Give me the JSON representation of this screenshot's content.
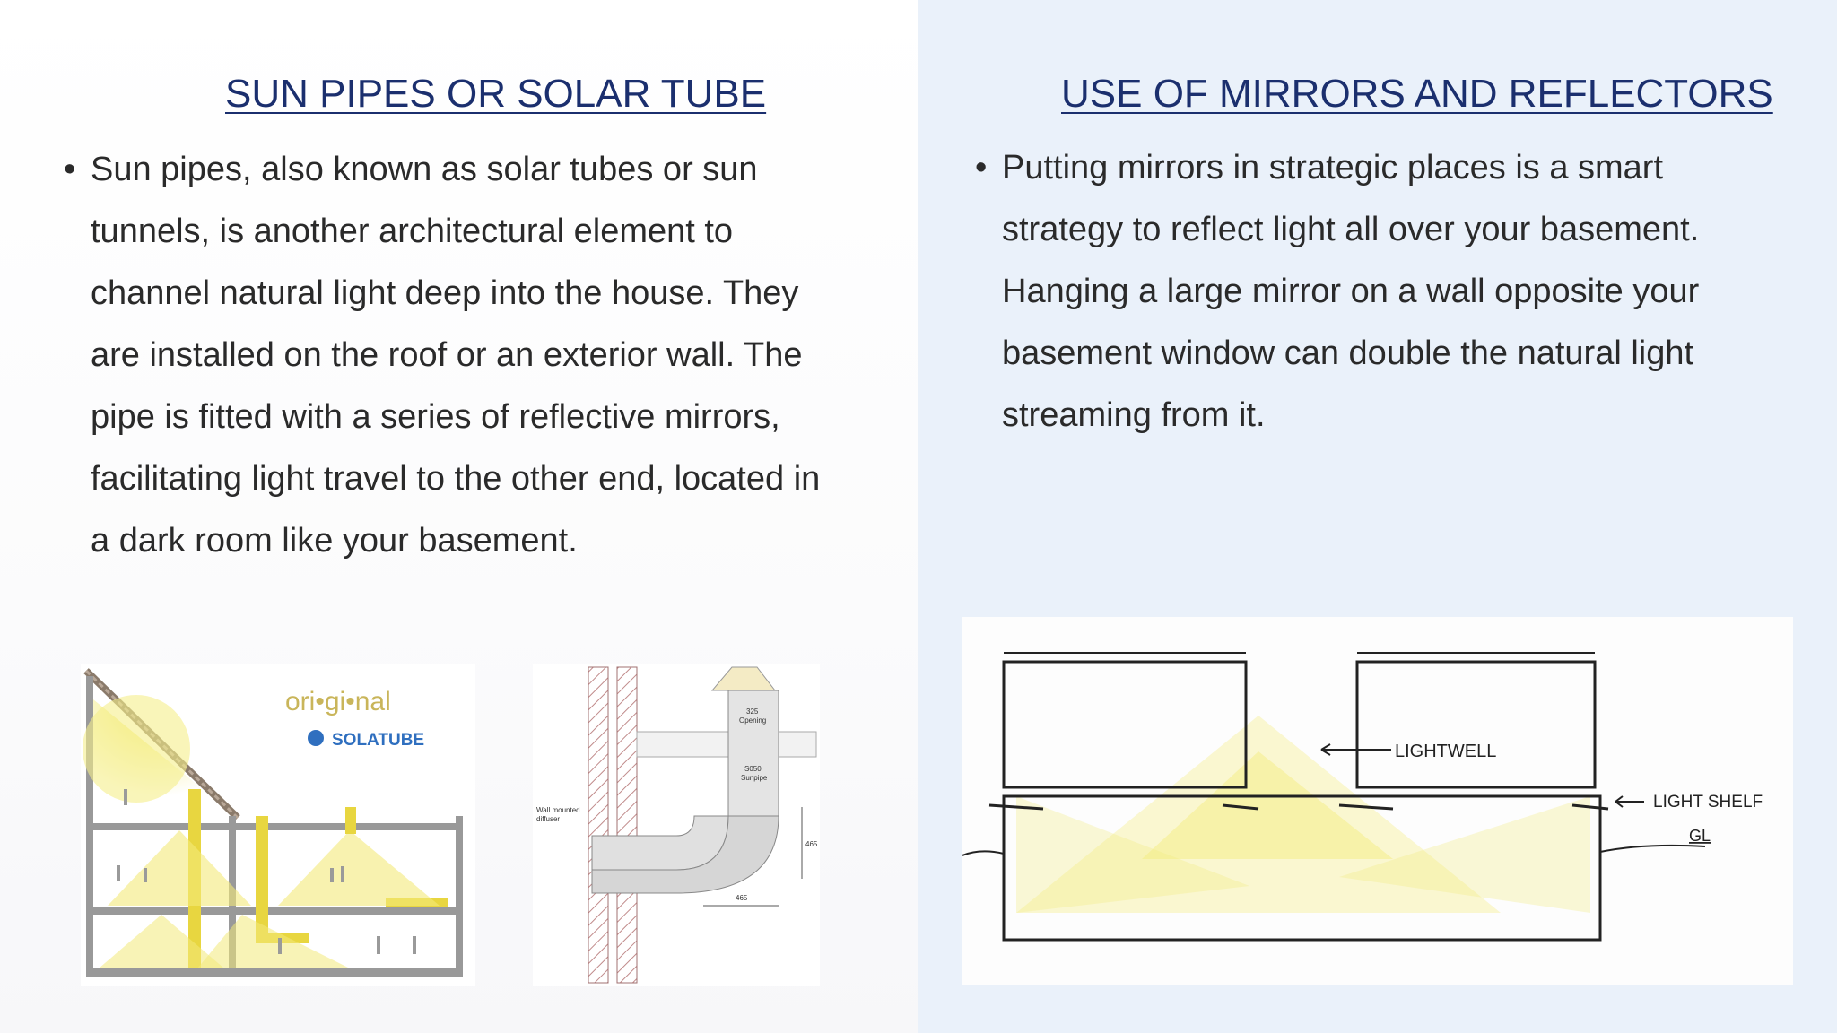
{
  "left": {
    "heading": "SUN PIPES OR SOLAR TUBE",
    "bullet_symbol": "•",
    "lines": [
      "Sun pipes, also known as solar tubes or sun",
      "tunnels, is another architectural element to",
      "channel natural light deep into the house. They",
      "are installed on the roof or an exterior wall. The",
      "pipe is fitted with a series of reflective mirrors,",
      "facilitating light travel to the other end, located in",
      "a dark room like your basement."
    ],
    "figure1": {
      "brand_top": "ori•gi•nal",
      "brand_name": "SOLATUBE"
    },
    "figure2": {
      "label_opening_num": "325",
      "label_opening": "Opening",
      "label_sunpipe_num": "S050",
      "label_sunpipe": "Sunpipe",
      "label_diffuser_1": "Wall mounted",
      "label_diffuser_2": "diffuser",
      "dim_vertical": "465",
      "dim_horizontal": "465"
    }
  },
  "right": {
    "heading": "USE OF MIRRORS AND REFLECTORS",
    "bullet_symbol": "•",
    "lines": [
      "Putting mirrors in strategic places is a smart",
      "strategy to reflect light all over your basement.",
      "Hanging a large mirror on a wall opposite your",
      "basement window can double the natural light",
      "streaming from it."
    ],
    "sketch": {
      "label_lightwell": "LIGHTWELL",
      "label_lightshelf": "LIGHT SHELF",
      "label_ground": "GL"
    }
  },
  "colors": {
    "heading": "#1b2f6e",
    "body": "#2a2a2a",
    "right_background": "#eaf1fa",
    "light_yellow": "#f3ea7a"
  }
}
